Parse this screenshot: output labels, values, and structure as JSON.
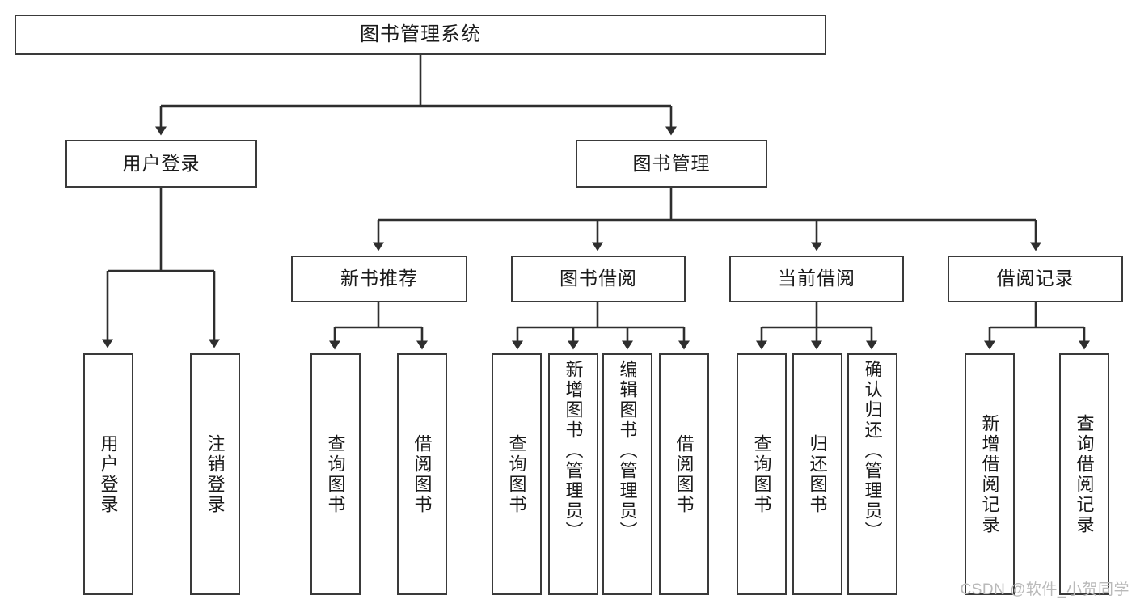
{
  "diagram": {
    "title": "图书管理系统",
    "type": "hierarchy-tree",
    "root": {
      "label": "图书管理系统"
    },
    "level1": [
      {
        "id": "user-login",
        "label": "用户登录"
      },
      {
        "id": "book-manage",
        "label": "图书管理"
      }
    ],
    "level2": [
      {
        "id": "new-book-rec",
        "label": "新书推荐",
        "parent": "book-manage"
      },
      {
        "id": "book-borrow",
        "label": "图书借阅",
        "parent": "book-manage"
      },
      {
        "id": "current-borrow",
        "label": "当前借阅",
        "parent": "book-manage"
      },
      {
        "id": "borrow-record",
        "label": "借阅记录",
        "parent": "book-manage"
      }
    ],
    "leaves": {
      "user_login": [
        {
          "id": "leaf-user-login",
          "label": "用户登录"
        },
        {
          "id": "leaf-logout",
          "label": "注销登录"
        }
      ],
      "new_book_rec": [
        {
          "id": "leaf-query-book-1",
          "label": "查询图书"
        },
        {
          "id": "leaf-borrow-book-1",
          "label": "借阅图书"
        }
      ],
      "book_borrow": [
        {
          "id": "leaf-query-book-2",
          "label": "查询图书"
        },
        {
          "id": "leaf-add-book",
          "label": "新增图书（管理员）"
        },
        {
          "id": "leaf-edit-book",
          "label": "编辑图书（管理员）"
        },
        {
          "id": "leaf-borrow-book-2",
          "label": "借阅图书"
        }
      ],
      "current_borrow": [
        {
          "id": "leaf-query-book-3",
          "label": "查询图书"
        },
        {
          "id": "leaf-return-book",
          "label": "归还图书"
        },
        {
          "id": "leaf-confirm-return",
          "label": "确认归还（管理员）"
        }
      ],
      "borrow_record": [
        {
          "id": "leaf-add-record",
          "label": "新增借阅记录"
        },
        {
          "id": "leaf-query-record",
          "label": "查询借阅记录"
        }
      ]
    }
  },
  "watermark": {
    "text": "CSDN @软件_小贺同学"
  },
  "colors": {
    "border": "#3a3a3a",
    "text": "#1a1a1a",
    "background": "#ffffff",
    "watermark": "#b9b9b9"
  }
}
